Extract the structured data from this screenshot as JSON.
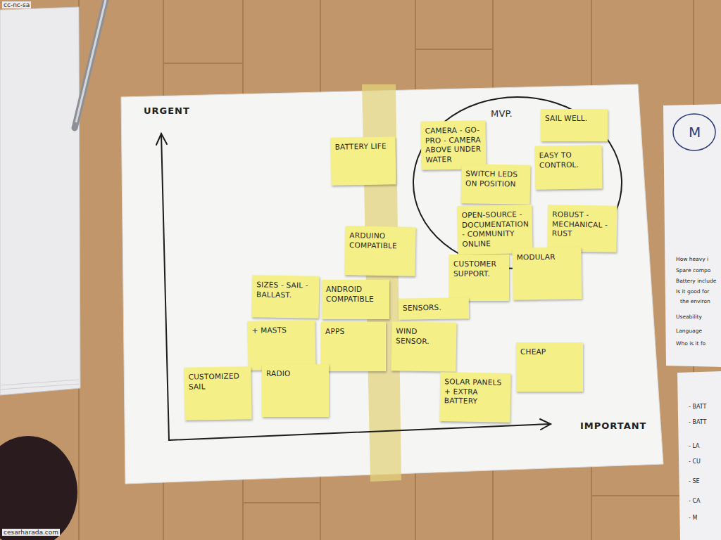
{
  "diagram": {
    "nodes": [
      {
        "text": [
          "MVP."
        ]
      },
      {
        "text": [
          "CAMERA - GO-PRO - CAMERA ABOVE UNDER WATER"
        ],
        "in": 0
      },
      {
        "text": [
          "SAIL WELL."
        ],
        "in": 0
      },
      {
        "text": [
          "SWITCH LEDS ON POSITION"
        ],
        "in": 0
      },
      {
        "text": [
          "EASY TO CONTROL."
        ],
        "in": 0
      },
      {
        "text": [
          "OPEN-SOURCE - DOCUMENTATION - COMMUNITY ONLINE"
        ],
        "in": 0
      },
      {
        "text": [
          "ROBUST - MECHANICAL - RUST"
        ],
        "in": 0
      },
      {
        "text": [
          "BATTERY LIFE"
        ]
      },
      {
        "text": [
          "ARDUINO COMPATIBLE"
        ]
      },
      {
        "text": [
          "CUSTOMER SUPPORT."
        ]
      },
      {
        "text": [
          "MODULAR"
        ]
      },
      {
        "text": [
          "SIZES - SAIL - BALLAST."
        ]
      },
      {
        "text": [
          "ANDROID COMPATIBLE"
        ]
      },
      {
        "text": [
          "SENSORS."
        ]
      },
      {
        "text": [
          "+ MASTS"
        ]
      },
      {
        "text": [
          "APPS"
        ]
      },
      {
        "text": [
          "WIND SENSOR."
        ]
      },
      {
        "text": [
          "CHEAP"
        ]
      },
      {
        "text": [
          "CUSTOMIZED SAIL"
        ]
      },
      {
        "text": [
          "RADIO"
        ]
      },
      {
        "text": [
          "SOLAR PANELS + EXTRA BATTERY"
        ]
      }
    ],
    "labels": [
      "cc-nc-sa",
      "URGENT",
      "IMPORTANT",
      "M",
      "How heavy i",
      "Spare compo",
      "Battery include",
      "Is it good for",
      "the environ",
      "Useability",
      "Language",
      "Who is it fo",
      "- BATT",
      "- BATT",
      "- LA",
      "- CU",
      "- SE",
      "- CA",
      "- M",
      "cesarharada.com"
    ]
  }
}
